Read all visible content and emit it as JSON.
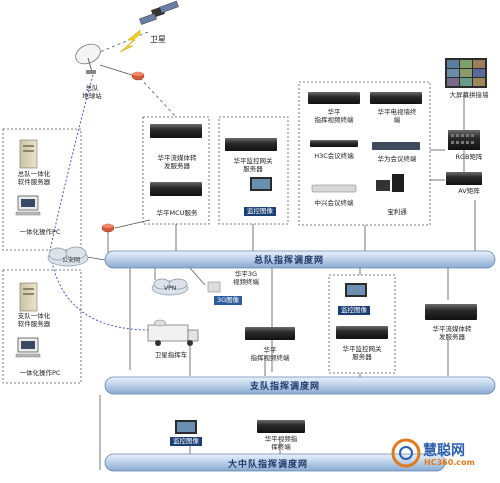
{
  "satellite": {
    "label": "卫星"
  },
  "earth_station": {
    "label": "总队\n地球站"
  },
  "hq_site": {
    "server_label": "总队一体化\n软件服务器",
    "pc_label": "一体化操作PC"
  },
  "sub_site": {
    "server_label": "支队一体化\n软件服务器",
    "pc_label": "一体化操作PC"
  },
  "public_network": {
    "label": "公安网"
  },
  "mcu_group": {
    "media_server": "华平流媒体转\n发服务器",
    "mcu_server": "华平MCU服务"
  },
  "gateway_group": {
    "gateway": "华平监控网关\n服务器",
    "monitor_badge": "监控图像"
  },
  "terminal_group": {
    "items": [
      "华平\n指挥视频终端",
      "华平电视墙终\n端",
      "H3C会议终端",
      "华为会议终端",
      "中兴会议终端",
      "宝利通"
    ]
  },
  "video_wall": {
    "screen": "大屏幕拼接墙",
    "rgb_matrix": "RGB矩阵",
    "av_matrix": "AV矩阵"
  },
  "buses": {
    "hq": "总队指挥调度网",
    "sub": "支队指挥调度网",
    "squad": "大中队指挥调度网"
  },
  "vpn": {
    "cloud": "VPN",
    "terminal": "华平3G\n视频终端",
    "badge": "3G图像"
  },
  "satellite_vehicle": {
    "label": "卫星指挥车"
  },
  "sub_devices": {
    "command_terminal": "华平\n指挥视频终端",
    "monitor_badge": "监控图像",
    "gateway": "华平监控网关\n服务器",
    "media_server": "华平流媒体转\n发服务器"
  },
  "squad_devices": {
    "monitor_badge": "监控图像",
    "terminal": "华平视频指\n挥终端"
  },
  "watermark": {
    "brand": "慧聪网",
    "url": "HC360.com"
  }
}
